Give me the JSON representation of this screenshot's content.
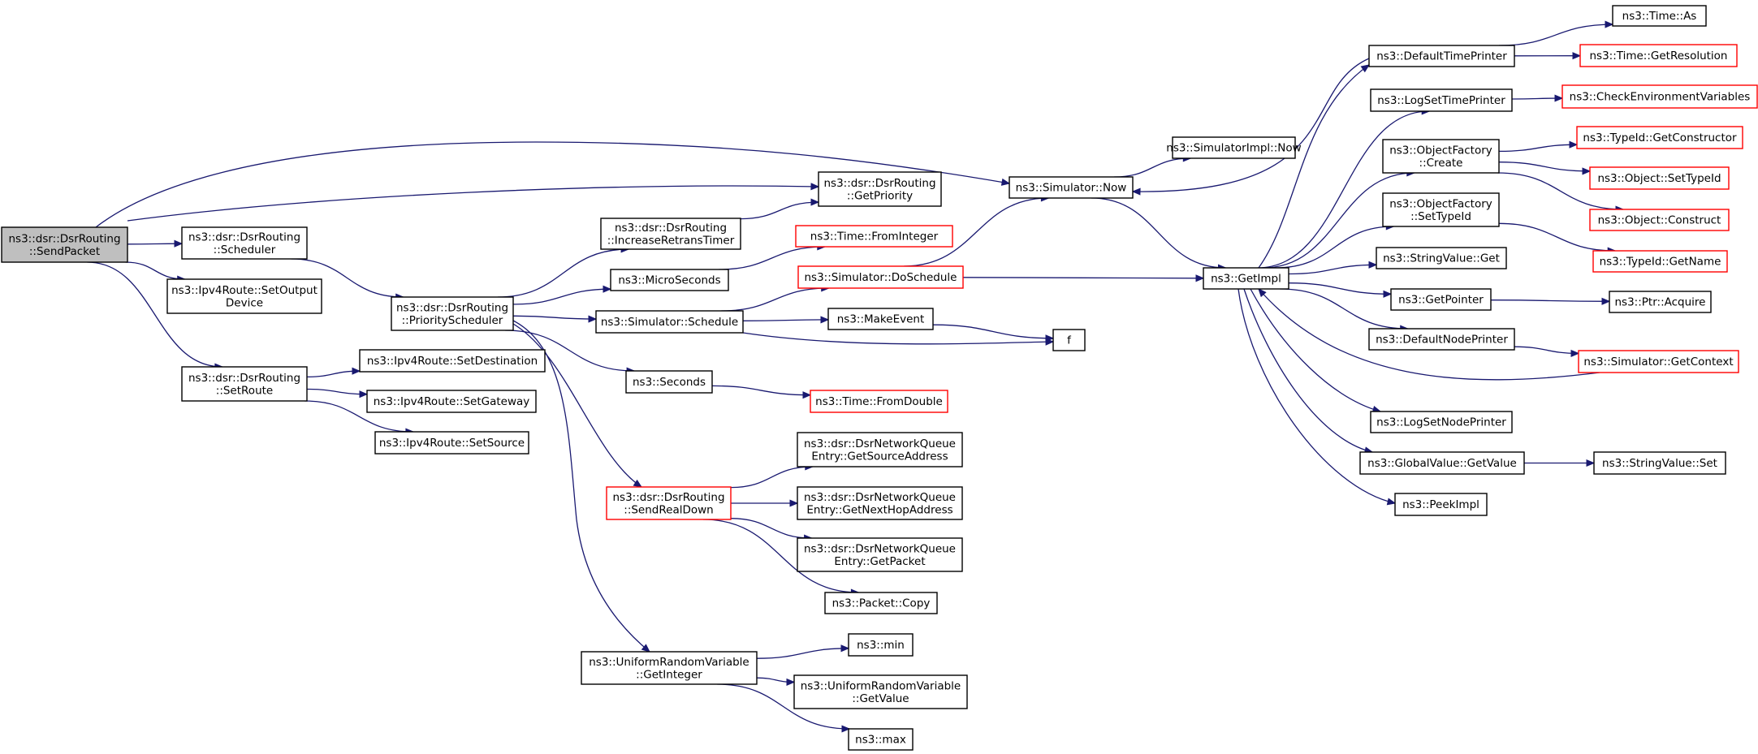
{
  "graph": {
    "colors": {
      "edge": "#191970",
      "node_border": "#000000",
      "node_border_truncated": "#ff0000",
      "root_fill": "#bfbfbf",
      "node_fill": "#ffffff"
    },
    "nodes": [
      {
        "id": "root",
        "lines": [
          "ns3::dsr::DsrRouting",
          "::SendPacket"
        ],
        "root": true
      },
      {
        "id": "scheduler",
        "lines": [
          "ns3::dsr::DsrRouting",
          "::Scheduler"
        ]
      },
      {
        "id": "setoutputdevice",
        "lines": [
          "ns3::Ipv4Route::SetOutput",
          "Device"
        ]
      },
      {
        "id": "setroute",
        "lines": [
          "ns3::dsr::DsrRouting",
          "::SetRoute"
        ]
      },
      {
        "id": "setdestination",
        "lines": [
          "ns3::Ipv4Route::SetDestination"
        ]
      },
      {
        "id": "setgateway",
        "lines": [
          "ns3::Ipv4Route::SetGateway"
        ]
      },
      {
        "id": "setsource",
        "lines": [
          "ns3::Ipv4Route::SetSource"
        ]
      },
      {
        "id": "priorityscheduler",
        "lines": [
          "ns3::dsr::DsrRouting",
          "::PriorityScheduler"
        ]
      },
      {
        "id": "increaseretranstimer",
        "lines": [
          "ns3::dsr::DsrRouting",
          "::IncreaseRetransTimer"
        ]
      },
      {
        "id": "getpriority",
        "lines": [
          "ns3::dsr::DsrRouting",
          "::GetPriority"
        ]
      },
      {
        "id": "microseconds",
        "lines": [
          "ns3::MicroSeconds"
        ]
      },
      {
        "id": "timefrominteger",
        "lines": [
          "ns3::Time::FromInteger"
        ],
        "truncated": true
      },
      {
        "id": "simschedule",
        "lines": [
          "ns3::Simulator::Schedule"
        ]
      },
      {
        "id": "doschedule",
        "lines": [
          "ns3::Simulator::DoSchedule"
        ],
        "truncated": true
      },
      {
        "id": "makeevent",
        "lines": [
          "ns3::MakeEvent"
        ]
      },
      {
        "id": "f",
        "lines": [
          "f"
        ]
      },
      {
        "id": "seconds",
        "lines": [
          "ns3::Seconds"
        ]
      },
      {
        "id": "timefromdouble",
        "lines": [
          "ns3::Time::FromDouble"
        ],
        "truncated": true
      },
      {
        "id": "sendrealdown",
        "lines": [
          "ns3::dsr::DsrRouting",
          "::SendRealDown"
        ],
        "truncated": true
      },
      {
        "id": "getsourceaddress",
        "lines": [
          "ns3::dsr::DsrNetworkQueue",
          "Entry::GetSourceAddress"
        ]
      },
      {
        "id": "getnexthopaddress",
        "lines": [
          "ns3::dsr::DsrNetworkQueue",
          "Entry::GetNextHopAddress"
        ]
      },
      {
        "id": "getpacket",
        "lines": [
          "ns3::dsr::DsrNetworkQueue",
          "Entry::GetPacket"
        ]
      },
      {
        "id": "packetcopy",
        "lines": [
          "ns3::Packet::Copy"
        ]
      },
      {
        "id": "getinteger",
        "lines": [
          "ns3::UniformRandomVariable",
          "::GetInteger"
        ]
      },
      {
        "id": "min",
        "lines": [
          "ns3::min"
        ]
      },
      {
        "id": "urvgetvalue",
        "lines": [
          "ns3::UniformRandomVariable",
          "::GetValue"
        ]
      },
      {
        "id": "max",
        "lines": [
          "ns3::max"
        ]
      },
      {
        "id": "simnow",
        "lines": [
          "ns3::Simulator::Now"
        ]
      },
      {
        "id": "simimplnow",
        "lines": [
          "ns3::SimulatorImpl::Now"
        ]
      },
      {
        "id": "getimpl",
        "lines": [
          "ns3::GetImpl"
        ]
      },
      {
        "id": "defaulttimeprinter",
        "lines": [
          "ns3::DefaultTimePrinter"
        ]
      },
      {
        "id": "timeas",
        "lines": [
          "ns3::Time::As"
        ]
      },
      {
        "id": "getresolution",
        "lines": [
          "ns3::Time::GetResolution"
        ],
        "truncated": true
      },
      {
        "id": "logsettimeprinter",
        "lines": [
          "ns3::LogSetTimePrinter"
        ]
      },
      {
        "id": "checkenv",
        "lines": [
          "ns3::CheckEnvironmentVariables"
        ],
        "truncated": true
      },
      {
        "id": "ofcreate",
        "lines": [
          "ns3::ObjectFactory",
          "::Create"
        ]
      },
      {
        "id": "getconstructor",
        "lines": [
          "ns3::TypeId::GetConstructor"
        ],
        "truncated": true
      },
      {
        "id": "objsettypeid",
        "lines": [
          "ns3::Object::SetTypeId"
        ],
        "truncated": true
      },
      {
        "id": "objconstruct",
        "lines": [
          "ns3::Object::Construct"
        ],
        "truncated": true
      },
      {
        "id": "ofsettypeid",
        "lines": [
          "ns3::ObjectFactory",
          "::SetTypeId"
        ]
      },
      {
        "id": "typeidgetname",
        "lines": [
          "ns3::TypeId::GetName"
        ],
        "truncated": true
      },
      {
        "id": "stringvalueget",
        "lines": [
          "ns3::StringValue::Get"
        ]
      },
      {
        "id": "getpointer",
        "lines": [
          "ns3::GetPointer"
        ]
      },
      {
        "id": "ptracquire",
        "lines": [
          "ns3::Ptr::Acquire"
        ]
      },
      {
        "id": "defaultnodeprinter",
        "lines": [
          "ns3::DefaultNodePrinter"
        ]
      },
      {
        "id": "simgetcontext",
        "lines": [
          "ns3::Simulator::GetContext"
        ],
        "truncated": true
      },
      {
        "id": "logsetnodeprinter",
        "lines": [
          "ns3::LogSetNodePrinter"
        ]
      },
      {
        "id": "globalgetvalue",
        "lines": [
          "ns3::GlobalValue::GetValue"
        ]
      },
      {
        "id": "stringvalueset",
        "lines": [
          "ns3::StringValue::Set"
        ]
      },
      {
        "id": "peekimpl",
        "lines": [
          "ns3::PeekImpl"
        ]
      }
    ],
    "edges": [
      [
        "root",
        "scheduler"
      ],
      [
        "root",
        "setoutputdevice"
      ],
      [
        "root",
        "setroute"
      ],
      [
        "root",
        "getpriority"
      ],
      [
        "root",
        "simnow"
      ],
      [
        "scheduler",
        "priorityscheduler"
      ],
      [
        "setroute",
        "setdestination"
      ],
      [
        "setroute",
        "setgateway"
      ],
      [
        "setroute",
        "setsource"
      ],
      [
        "priorityscheduler",
        "increaseretranstimer"
      ],
      [
        "priorityscheduler",
        "microseconds"
      ],
      [
        "priorityscheduler",
        "simschedule"
      ],
      [
        "priorityscheduler",
        "seconds"
      ],
      [
        "priorityscheduler",
        "sendrealdown"
      ],
      [
        "priorityscheduler",
        "getinteger"
      ],
      [
        "increaseretranstimer",
        "getpriority"
      ],
      [
        "microseconds",
        "timefrominteger"
      ],
      [
        "simschedule",
        "doschedule"
      ],
      [
        "simschedule",
        "makeevent"
      ],
      [
        "simschedule",
        "f"
      ],
      [
        "makeevent",
        "f"
      ],
      [
        "seconds",
        "timefromdouble"
      ],
      [
        "doschedule",
        "simnow"
      ],
      [
        "doschedule",
        "getimpl"
      ],
      [
        "sendrealdown",
        "getsourceaddress"
      ],
      [
        "sendrealdown",
        "getnexthopaddress"
      ],
      [
        "sendrealdown",
        "getpacket"
      ],
      [
        "sendrealdown",
        "packetcopy"
      ],
      [
        "getinteger",
        "min"
      ],
      [
        "getinteger",
        "urvgetvalue"
      ],
      [
        "getinteger",
        "max"
      ],
      [
        "simnow",
        "simimplnow"
      ],
      [
        "simnow",
        "getimpl"
      ],
      [
        "getimpl",
        "defaulttimeprinter"
      ],
      [
        "getimpl",
        "logsettimeprinter"
      ],
      [
        "getimpl",
        "ofcreate"
      ],
      [
        "getimpl",
        "ofsettypeid"
      ],
      [
        "getimpl",
        "stringvalueget"
      ],
      [
        "getimpl",
        "getpointer"
      ],
      [
        "getimpl",
        "defaultnodeprinter"
      ],
      [
        "getimpl",
        "logsetnodeprinter"
      ],
      [
        "getimpl",
        "globalgetvalue"
      ],
      [
        "getimpl",
        "peekimpl"
      ],
      [
        "defaulttimeprinter",
        "simnow"
      ],
      [
        "defaulttimeprinter",
        "timeas"
      ],
      [
        "defaulttimeprinter",
        "getresolution"
      ],
      [
        "logsettimeprinter",
        "checkenv"
      ],
      [
        "ofcreate",
        "getconstructor"
      ],
      [
        "ofcreate",
        "objsettypeid"
      ],
      [
        "ofcreate",
        "objconstruct"
      ],
      [
        "ofsettypeid",
        "typeidgetname"
      ],
      [
        "getpointer",
        "ptracquire"
      ],
      [
        "defaultnodeprinter",
        "simgetcontext"
      ],
      [
        "simgetcontext",
        "getimpl"
      ],
      [
        "globalgetvalue",
        "stringvalueset"
      ]
    ]
  }
}
